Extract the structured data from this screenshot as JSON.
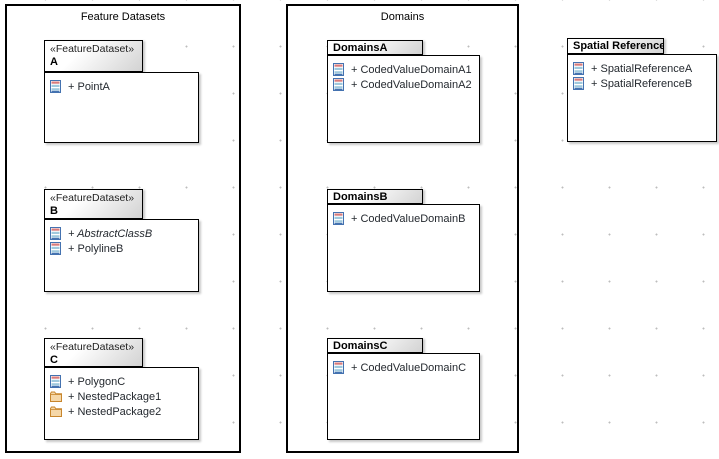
{
  "containers": {
    "feature_datasets": {
      "title": "Feature Datasets"
    },
    "domains": {
      "title": "Domains"
    }
  },
  "packages": {
    "fd_a": {
      "stereotype": "«FeatureDataset»",
      "name": "A",
      "items": [
        {
          "icon": "table",
          "label": "+ PointA"
        }
      ]
    },
    "fd_b": {
      "stereotype": "«FeatureDataset»",
      "name": "B",
      "items": [
        {
          "icon": "table",
          "label": "+ AbstractClassB"
        },
        {
          "icon": "table",
          "label": "+ PolylineB"
        }
      ]
    },
    "fd_c": {
      "stereotype": "«FeatureDataset»",
      "name": "C",
      "items": [
        {
          "icon": "table",
          "label": "+ PolygonC"
        },
        {
          "icon": "folder",
          "label": "+ NestedPackage1"
        },
        {
          "icon": "folder",
          "label": "+ NestedPackage2"
        }
      ]
    },
    "domains_a": {
      "name": "DomainsA",
      "items": [
        {
          "icon": "table",
          "label": "+ CodedValueDomainA1"
        },
        {
          "icon": "table",
          "label": "+ CodedValueDomainA2"
        }
      ]
    },
    "domains_b": {
      "name": "DomainsB",
      "items": [
        {
          "icon": "table",
          "label": "+ CodedValueDomainB"
        }
      ]
    },
    "domains_c": {
      "name": "DomainsC",
      "items": [
        {
          "icon": "table",
          "label": "+ CodedValueDomainC"
        }
      ]
    },
    "spatial_references": {
      "name": "Spatial References",
      "items": [
        {
          "icon": "table",
          "label": "+ SpatialReferenceA"
        },
        {
          "icon": "table",
          "label": "+ SpatialReferenceB"
        }
      ]
    }
  },
  "colors": {
    "icon_blue": "#4472b0",
    "icon_red": "#d97b7b",
    "icon_teal": "#9fc9dd",
    "folder_fill": "#f5d7a8",
    "folder_border": "#c8862d",
    "tab_start": "#ffffff",
    "tab_end": "#c8c8c8",
    "dot": "#bdbdbd",
    "text": "#24292f",
    "border": "#000000"
  }
}
